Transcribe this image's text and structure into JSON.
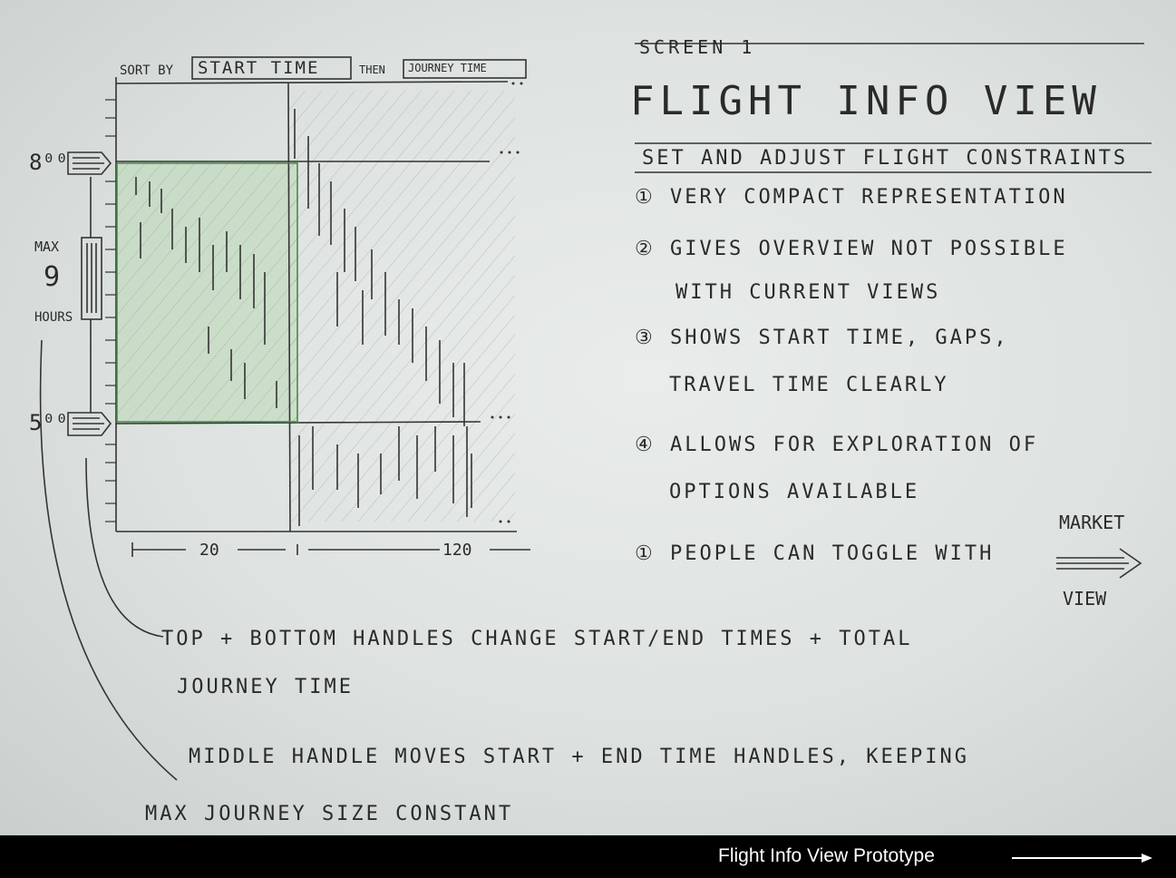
{
  "sketch": {
    "sort_label": "SORT BY",
    "sort_primary": "START TIME",
    "then_label": "THEN",
    "sort_secondary": "JOURNEY TIME",
    "start_handle_time": "8⁰⁰",
    "end_handle_time": "5⁰⁰",
    "max_label": "MAX",
    "max_value": "9",
    "max_unit": "HOURS",
    "x_tick_left": "20",
    "x_tick_right": "120"
  },
  "notes": {
    "screen": "SCREEN 1",
    "title": "FLIGHT INFO VIEW",
    "subtitle": "SET AND ADJUST FLIGHT CONSTRAINTS",
    "points": [
      "① VERY COMPACT REPRESENTATION",
      "② GIVES OVERVIEW NOT POSSIBLE",
      "WITH CURRENT VIEWS",
      "③ SHOWS START TIME, GAPS,",
      "TRAVEL TIME CLEARLY",
      "④ ALLOWS FOR EXPLORATION OF",
      "OPTIONS AVAILABLE",
      "① PEOPLE CAN TOGGLE WITH"
    ],
    "market_top": "MARKET",
    "market_bottom": "VIEW"
  },
  "annotations": {
    "line1": "TOP + BOTTOM HANDLES CHANGE START/END TIMES + TOTAL",
    "line2": "JOURNEY TIME",
    "line3": "MIDDLE HANDLE MOVES START + END TIME HANDLES, KEEPING",
    "line4": "MAX JOURNEY SIZE CONSTANT"
  },
  "caption": "Flight Info View Prototype"
}
